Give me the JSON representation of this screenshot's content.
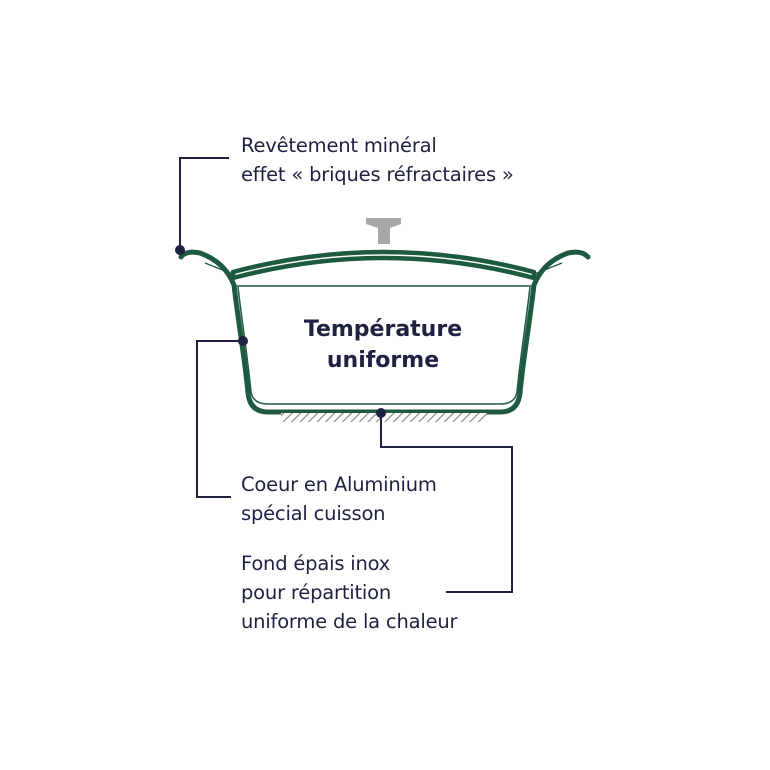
{
  "callouts": {
    "coating": {
      "line1": "Revêtement minéral",
      "line2": "effet « briques réfractaires »"
    },
    "core": {
      "line1": "Coeur en Aluminium",
      "line2": "spécial cuisson"
    },
    "bottom": {
      "line1": "Fond épais inox",
      "line2": "pour répartition",
      "line3": "uniforme de la chaleur"
    }
  },
  "center_label": {
    "line1": "Température",
    "line2": "uniforme"
  },
  "colors": {
    "pot_green": "#1e5a40",
    "navy": "#1e2140",
    "knob_gray": "#a7a9a6",
    "hatch_gray": "#8c8c8c"
  }
}
